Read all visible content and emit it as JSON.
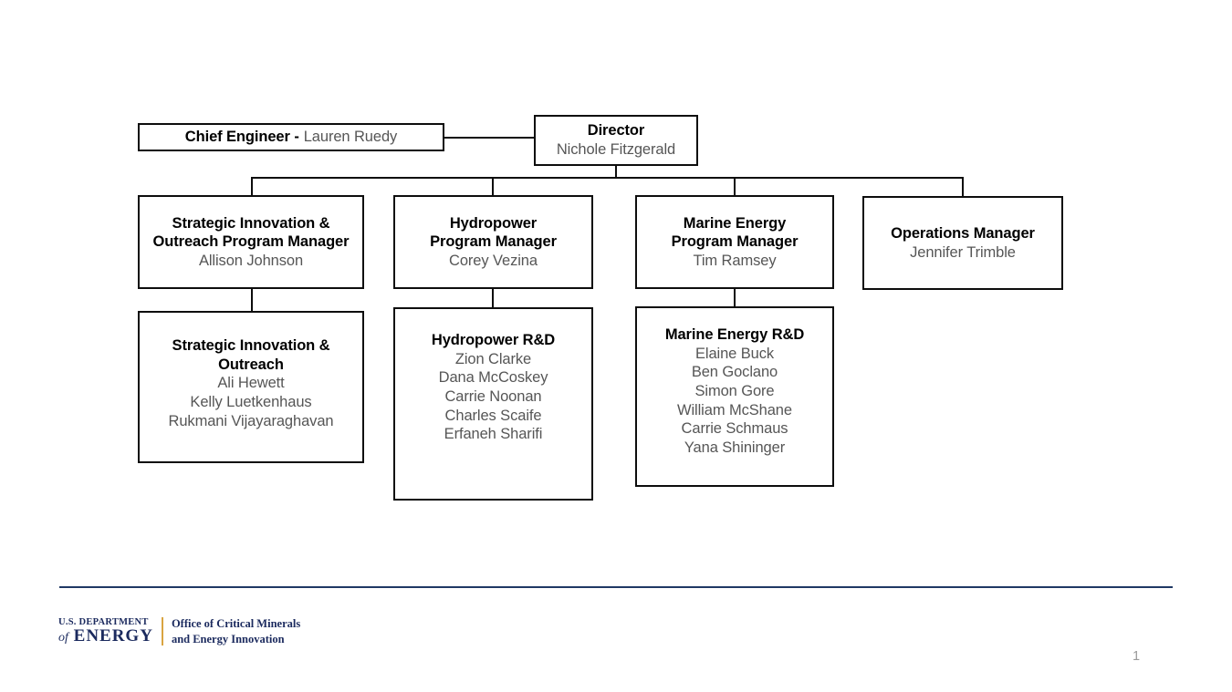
{
  "slide": {
    "page_number": "1",
    "background_color": "#ffffff",
    "box_border_color": "#0d0d0d",
    "title_color": "#000000",
    "name_color": "#565656",
    "footer_rule_color": "#1f3864"
  },
  "org_chart": {
    "chief_engineer": {
      "title": "Chief Engineer -",
      "name": "Lauren Ruedy"
    },
    "director": {
      "title": "Director",
      "name": "Nichole Fitzgerald"
    },
    "managers": [
      {
        "title_line_1": "Strategic Innovation &",
        "title_line_2": "Outreach Program Manager",
        "name": "Allison Johnson"
      },
      {
        "title_line_1": "Hydropower",
        "title_line_2": "Program Manager",
        "name": "Corey Vezina"
      },
      {
        "title_line_1": "Marine Energy",
        "title_line_2": "Program Manager",
        "name": "Tim Ramsey"
      },
      {
        "title_line_1": "Operations Manager",
        "title_line_2": "",
        "name": "Jennifer Trimble"
      }
    ],
    "teams": [
      {
        "title_line_1": "Strategic Innovation &",
        "title_line_2": "Outreach",
        "members": [
          "Ali Hewett",
          "Kelly Luetkenhaus",
          "Rukmani Vijayaraghavan"
        ]
      },
      {
        "title_line_1": "Hydropower R&D",
        "title_line_2": "",
        "members": [
          "Zion Clarke",
          "Dana McCoskey",
          "Carrie Noonan",
          "Charles Scaife",
          "Erfaneh Sharifi"
        ]
      },
      {
        "title_line_1": "Marine Energy R&D",
        "title_line_2": "",
        "members": [
          "Elaine Buck",
          "Ben Goclano",
          "Simon Gore",
          "William McShane",
          "Carrie Schmaus",
          "Yana Shininger"
        ]
      }
    ]
  },
  "footer": {
    "department_line_1": "U.S. DEPARTMENT",
    "department_of": "of",
    "department_energy": "ENERGY",
    "office_line_1": "Office of Critical Minerals",
    "office_line_2": "and Energy Innovation",
    "divider_color": "#d9a441",
    "logo_color": "#1b2a5e"
  }
}
